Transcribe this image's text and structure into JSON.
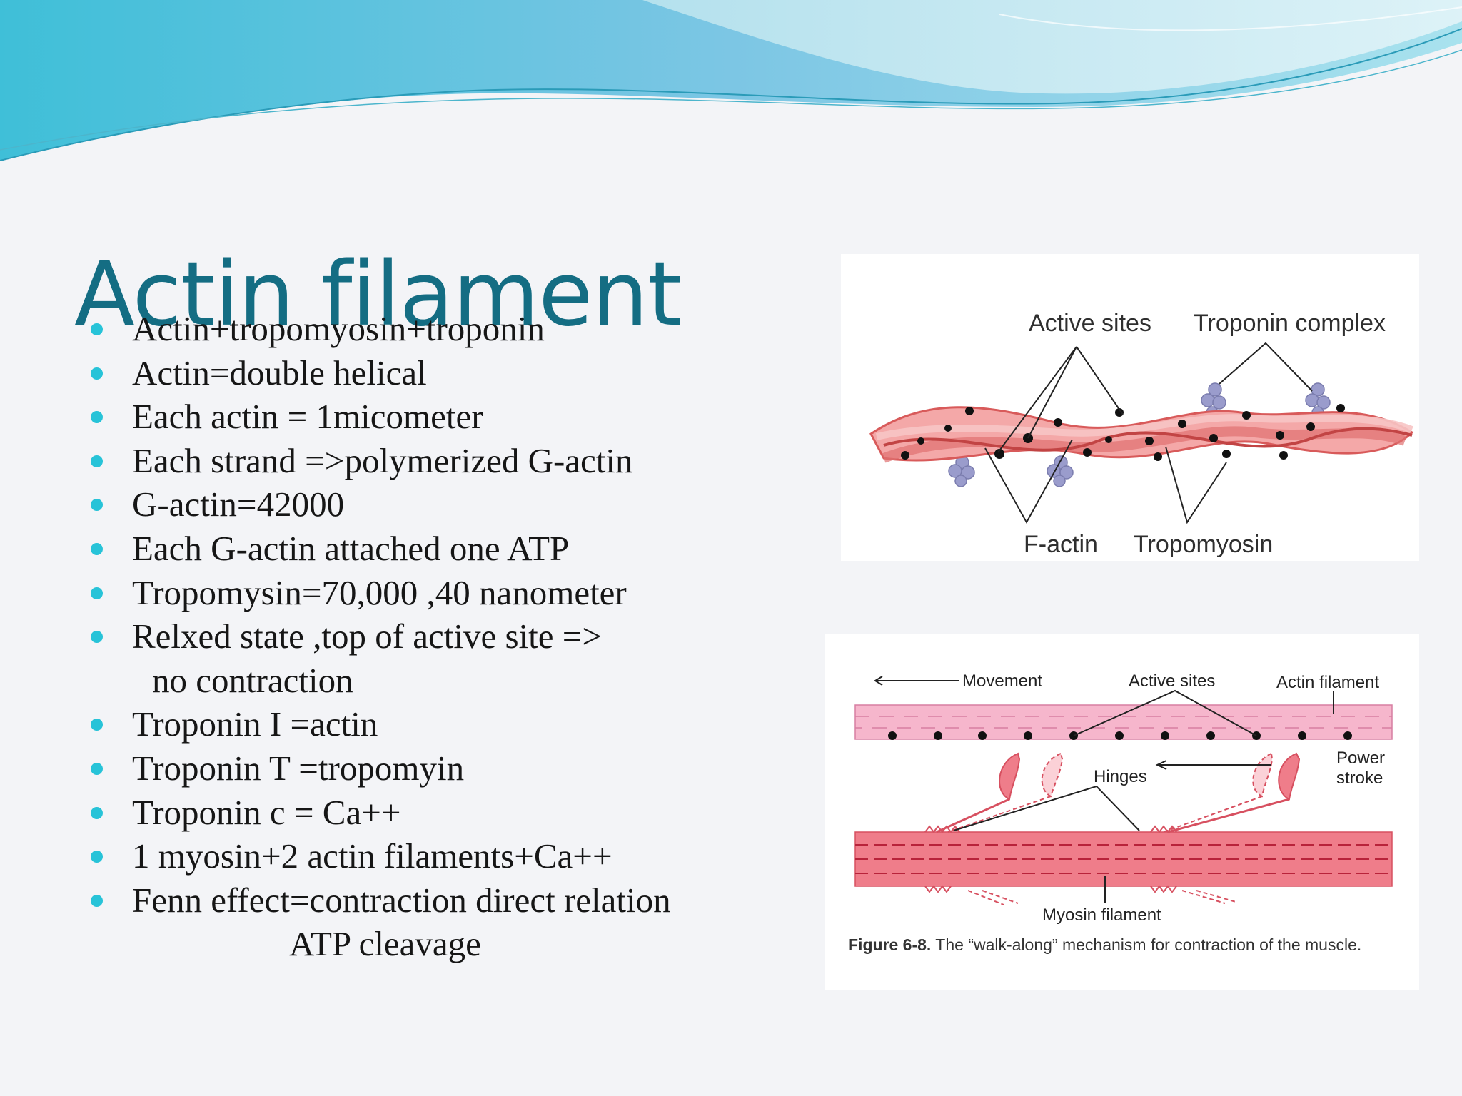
{
  "slide": {
    "title": "Actin filament",
    "colors": {
      "title": "#146d83",
      "bullet": "#27c3d8",
      "wave_top": "#5fc3dc",
      "text": "#161616"
    }
  },
  "bullets": [
    {
      "text": "Actin+tropomyosin+troponin"
    },
    {
      "text": "Actin=double helical"
    },
    {
      "text": "Each actin = 1micometer"
    },
    {
      "text": "Each strand =>polymerized G-actin"
    },
    {
      "text": "G-actin=42000"
    },
    {
      "text": "Each G-actin attached one ATP"
    },
    {
      "text": "Tropomysin=70,000 ,40 nanometer"
    },
    {
      "text": "Relxed state ,top of active site =>",
      "continuation": "no contraction"
    },
    {
      "text": "Troponin I =actin"
    },
    {
      "text": "Troponin T =tropomyin"
    },
    {
      "text": "Troponin c = Ca++"
    },
    {
      "text": "1 myosin+2 actin filaments+Ca++"
    },
    {
      "text": "Fenn effect=contraction direct relation",
      "continuation": "ATP cleavage"
    }
  ],
  "figure1": {
    "labels": {
      "active_sites": "Active sites",
      "troponin_complex": "Troponin complex",
      "f_actin": "F-actin",
      "tropomyosin": "Tropomyosin"
    }
  },
  "figure2": {
    "labels": {
      "movement": "Movement",
      "active_sites": "Active sites",
      "actin_filament": "Actin filament",
      "hinges": "Hinges",
      "power": "Power",
      "stroke": "stroke",
      "myosin_filament": "Myosin filament"
    },
    "caption": {
      "figure_number": "Figure 6-8.",
      "text": "The “walk-along” mechanism for contraction of the muscle."
    }
  }
}
